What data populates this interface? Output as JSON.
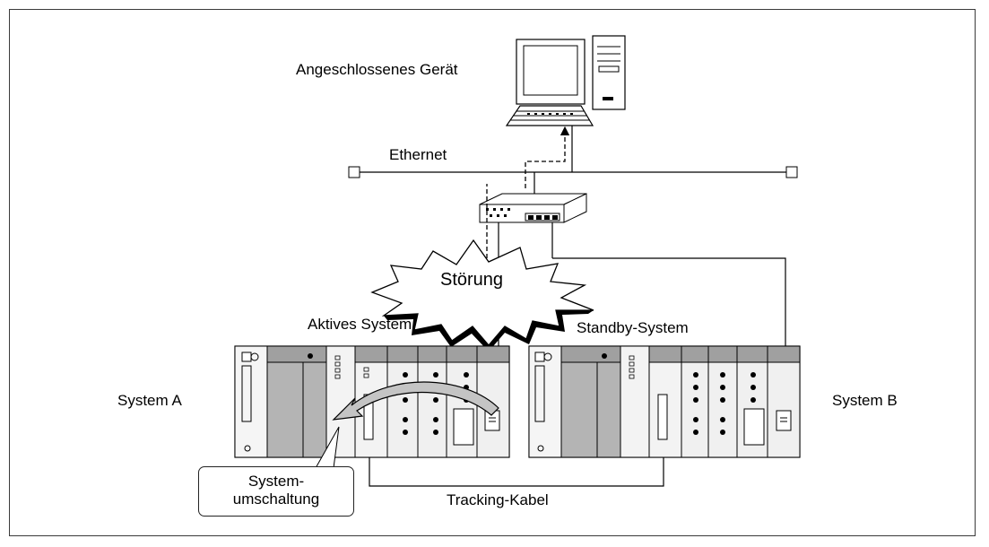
{
  "labels": {
    "connected_device": "Angeschlossenes Gerät",
    "ethernet": "Ethernet",
    "fault": "Störung",
    "active_system": "Aktives System",
    "standby_system": "Standby-System",
    "system_a": "System A",
    "system_b": "System B",
    "system_switch_line1": "System-",
    "system_switch_line2": "umschaltung",
    "tracking_cable": "Tracking-Kabel"
  },
  "colors": {
    "module_fill": "#e8e8e8",
    "module_dark": "#a0a0a0",
    "arrow_fill": "#c4c4c4",
    "line": "#000000"
  }
}
